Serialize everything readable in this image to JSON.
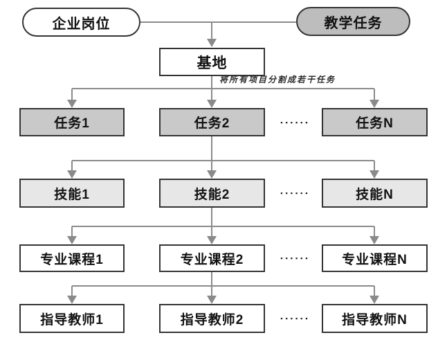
{
  "diagram": {
    "top_row": {
      "enterprise_pill": "企业岗位",
      "teaching_pill": "教学任务"
    },
    "base_node": "基地",
    "annotation": "将所有项目分割成若干任务",
    "ellipsis": "▪▪▪▪▪▪",
    "rows": [
      {
        "id": "tasks",
        "cells": [
          "任务1",
          "任务2",
          "任务N"
        ]
      },
      {
        "id": "skills",
        "cells": [
          "技能1",
          "技能2",
          "技能N"
        ]
      },
      {
        "id": "courses",
        "cells": [
          "专业课程1",
          "专业课程2",
          "专业课程N"
        ]
      },
      {
        "id": "teachers",
        "cells": [
          "指导教师1",
          "指导教师2",
          "指导教师N"
        ]
      }
    ],
    "colors": {
      "task_fill": "#c9c9c9",
      "skill_fill": "#e7e7e7",
      "teaching_pill_fill": "#bdbdbd",
      "white_fill": "#ffffff",
      "box_border": "#333333",
      "connector": "#8a8a8a"
    }
  }
}
